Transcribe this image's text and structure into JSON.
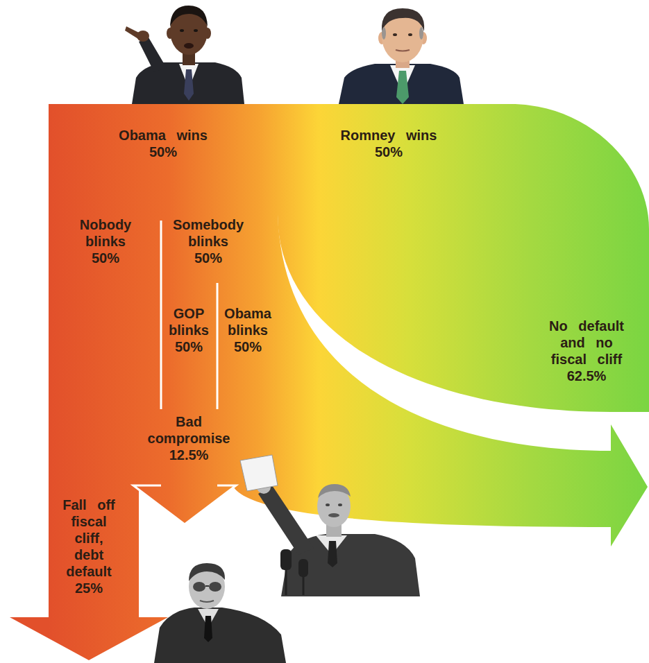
{
  "diagram": {
    "labels": [
      "Obama wins 50%",
      "Romney wins 50%",
      "Nobody blinks 50%",
      "Somebody blinks 50%",
      "GOP blinks 50%",
      "Obama blinks 50%",
      "No default and no fiscal cliff 62.5%",
      "Bad compromise 12.5%",
      "Fall off fiscal cliff, debt default 25%"
    ]
  }
}
